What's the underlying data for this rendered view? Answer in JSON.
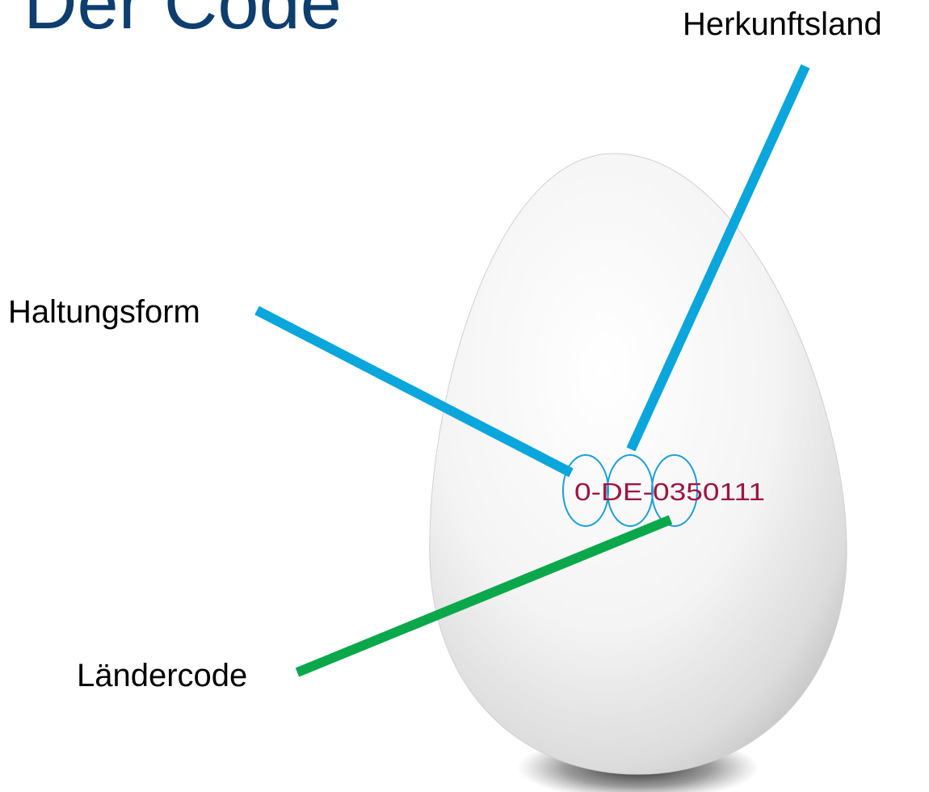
{
  "title": ". Der Code",
  "egg_code": "0-DE-0350111",
  "labels": {
    "herkunftsland": "Herkunftsland",
    "haltungsform": "Haltungsform",
    "laendercode": "Ländercode"
  },
  "colors": {
    "title": "#0d3e6e",
    "pointer_blue": "#0aa6dc",
    "pointer_green": "#0aa84a",
    "code_text": "#a0143f",
    "circle": "#1a9fd8"
  }
}
